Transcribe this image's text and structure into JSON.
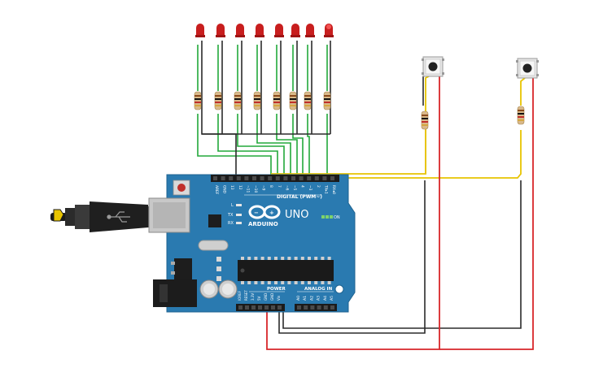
{
  "board": {
    "brand": "ARDUINO",
    "model": "UNO",
    "digital_label": "DIGITAL (PWM~)",
    "power_label": "POWER",
    "analog_label": "ANALOG IN",
    "on_label": "ON",
    "tx_label": "TX",
    "rx_label": "RX",
    "l_label": "L",
    "digital_pins": [
      "AREF",
      "GND",
      "13",
      "12",
      "~11",
      "~10",
      "~9",
      "8",
      "7",
      "~6",
      "~5",
      "4",
      "~3",
      "2",
      "TX▸1",
      "RX◂0"
    ],
    "power_pins": [
      "IOREF",
      "RESET",
      "3.3V",
      "5V",
      "GND",
      "GND",
      "Vin"
    ],
    "analog_pins": [
      "A0",
      "A1",
      "A2",
      "A3",
      "A4",
      "A5"
    ]
  },
  "colors": {
    "board": "#2a7ab0",
    "led": "#c81e1e",
    "wire_green": "#22a83a",
    "wire_yellow": "#e8c400",
    "wire_red": "#d8262a",
    "wire_black": "#2b2b2b"
  },
  "components": {
    "led_count": 8,
    "button_count": 2,
    "resistor_count": 10
  }
}
